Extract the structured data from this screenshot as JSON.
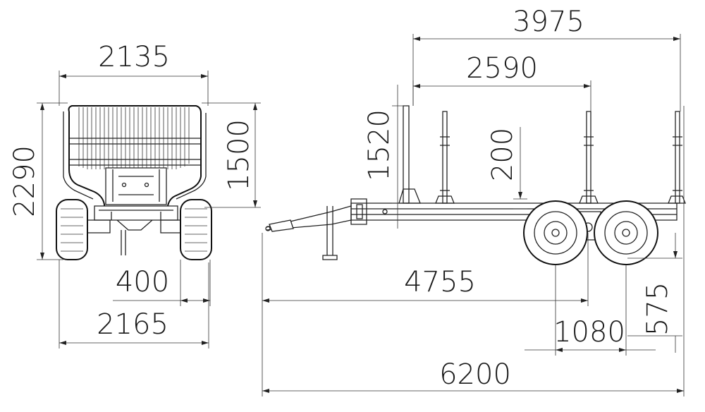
{
  "dimensions": {
    "front_top_width": "2135",
    "front_height": "2290",
    "front_bunk_height": "1500",
    "front_track_offset": "400",
    "front_total_width": "2165",
    "side_bunk_length": "3975",
    "side_front_to_axle": "2590",
    "side_post_height": "1520",
    "side_frame_height": "200",
    "side_drawbar_to_axle": "4755",
    "side_axle_spacing": "1080",
    "side_wheel_height": "575",
    "side_total_length": "6200"
  },
  "colors": {
    "line": "#222222",
    "background": "#ffffff"
  }
}
